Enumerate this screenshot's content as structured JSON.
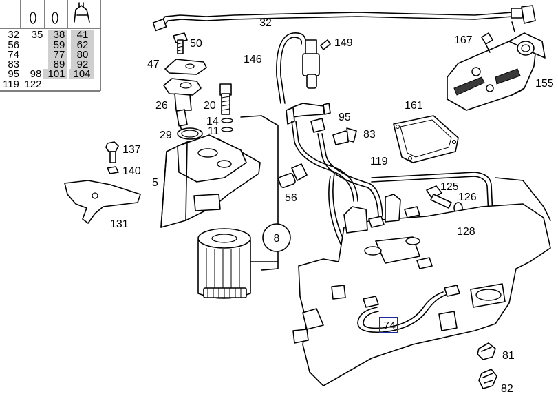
{
  "legend_table": {
    "rows": [
      [
        "32",
        "35",
        "38",
        "41"
      ],
      [
        "56",
        "",
        "59",
        "62"
      ],
      [
        "74",
        "",
        "77",
        "80"
      ],
      [
        "83",
        "",
        "89",
        "92"
      ],
      [
        "95",
        "98",
        "101",
        "104"
      ],
      [
        "119",
        "122",
        "",
        ""
      ]
    ],
    "highlighted": [
      "38",
      "41",
      "59",
      "62",
      "77",
      "80",
      "89",
      "92",
      "101",
      "104"
    ],
    "highlight_color": "#cfcfcf"
  },
  "callouts": {
    "c32": "32",
    "c149": "149",
    "c50": "50",
    "c167": "167",
    "c146": "146",
    "c47": "47",
    "c155": "155",
    "c26": "26",
    "c20": "20",
    "c161": "161",
    "c95": "95",
    "c14": "14",
    "c11": "11",
    "c83": "83",
    "c29": "29",
    "c137": "137",
    "c119": "119",
    "c140": "140",
    "c5": "5",
    "c125": "125",
    "c126": "126",
    "c56": "56",
    "c131": "131",
    "c128": "128",
    "c8": "8",
    "c74": "74",
    "c81": "81",
    "c82": "82"
  },
  "selected_callout": "74",
  "selection_color": "#1a2aa0"
}
